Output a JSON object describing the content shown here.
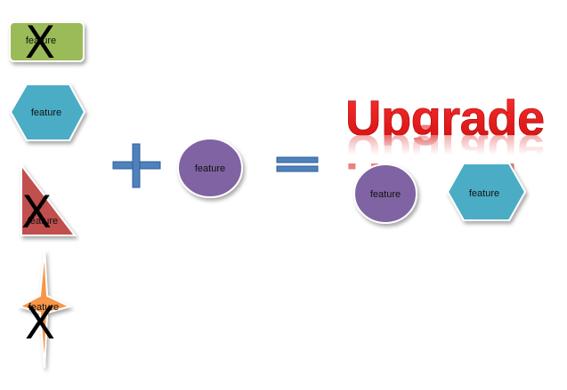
{
  "shapes": {
    "green_rect_label": "feature",
    "cyan_hexagon_label": "feature",
    "red_triangle_label": "feature",
    "orange_star_label": "feature",
    "purple_circle_label": "feature",
    "result_circle_label": "feature",
    "result_hexagon_label": "feature"
  },
  "marks": {
    "removed_symbol": "X"
  },
  "heading": {
    "text": "Upgrade"
  },
  "colors": {
    "green": "#9bbb59",
    "cyan": "#4bacc6",
    "red": "#c0504d",
    "orange": "#f79646",
    "purple": "#8064a2",
    "operator_blue": "#4f81bd",
    "upgrade_red": "#e01919"
  }
}
